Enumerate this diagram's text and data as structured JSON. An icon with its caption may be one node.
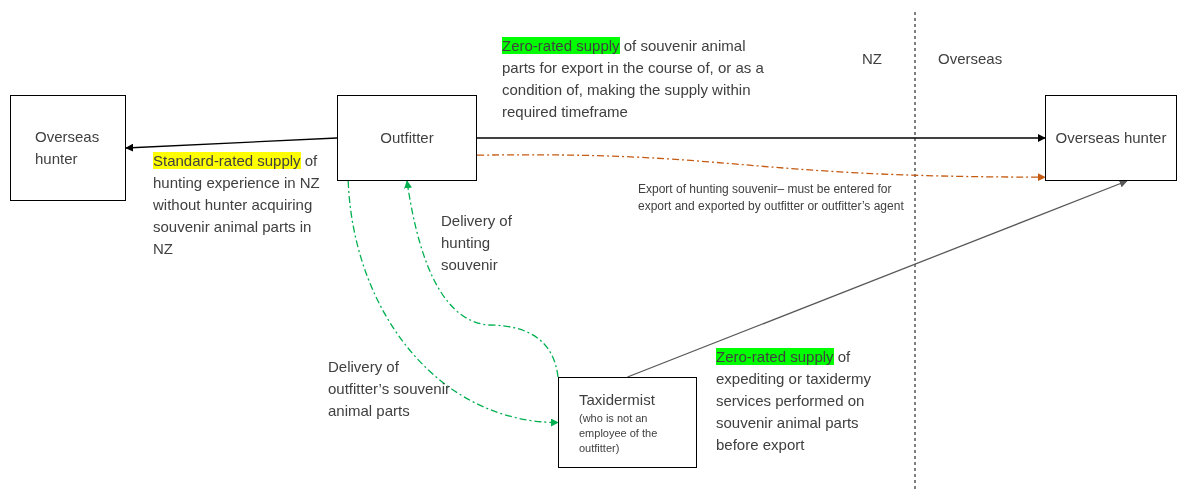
{
  "diagram": {
    "nodes": [
      {
        "text": [
          "Overseas hunter"
        ]
      },
      {
        "text": [
          "Outfitter"
        ]
      },
      {
        "text": [
          "Overseas hunter"
        ]
      },
      {
        "text": [
          "Taxidermist",
          "(who is not an employee of the outfitter)"
        ]
      }
    ],
    "edges": [
      {
        "from": 1,
        "to": 0,
        "arrow": "to",
        "label": "**Standard-rated supply** of hunting experience in NZ without hunter acquiring souvenir animal parts in NZ"
      },
      {
        "from": 1,
        "to": 2,
        "arrow": "to",
        "label": "**Zero-rated supply** of souvenir animal parts for export in the course of, or as a condition of, making the supply within required timeframe"
      },
      {
        "from": 1,
        "to": 2,
        "arrow": "to",
        "style": "dashed",
        "color": "#c55a11",
        "label": "Export of hunting souvenir– must be entered for export and exported by outfitter or outfitter’s agent"
      },
      {
        "from": 1,
        "to": 3,
        "arrow": "to",
        "style": "dashed",
        "color": "#00b050",
        "label": "Delivery of outfitter’s souvenir animal parts"
      },
      {
        "from": 3,
        "to": 1,
        "arrow": "to",
        "style": "dashed",
        "color": "#00b050",
        "label": "Delivery of hunting souvenir"
      },
      {
        "from": 3,
        "to": 2,
        "arrow": "to",
        "color": "#595959",
        "label": "**Zero-rated supply** of expediting or taxidermy services performed on souvenir animal parts before export"
      }
    ],
    "labels": [
      "NZ",
      "Overseas"
    ]
  }
}
